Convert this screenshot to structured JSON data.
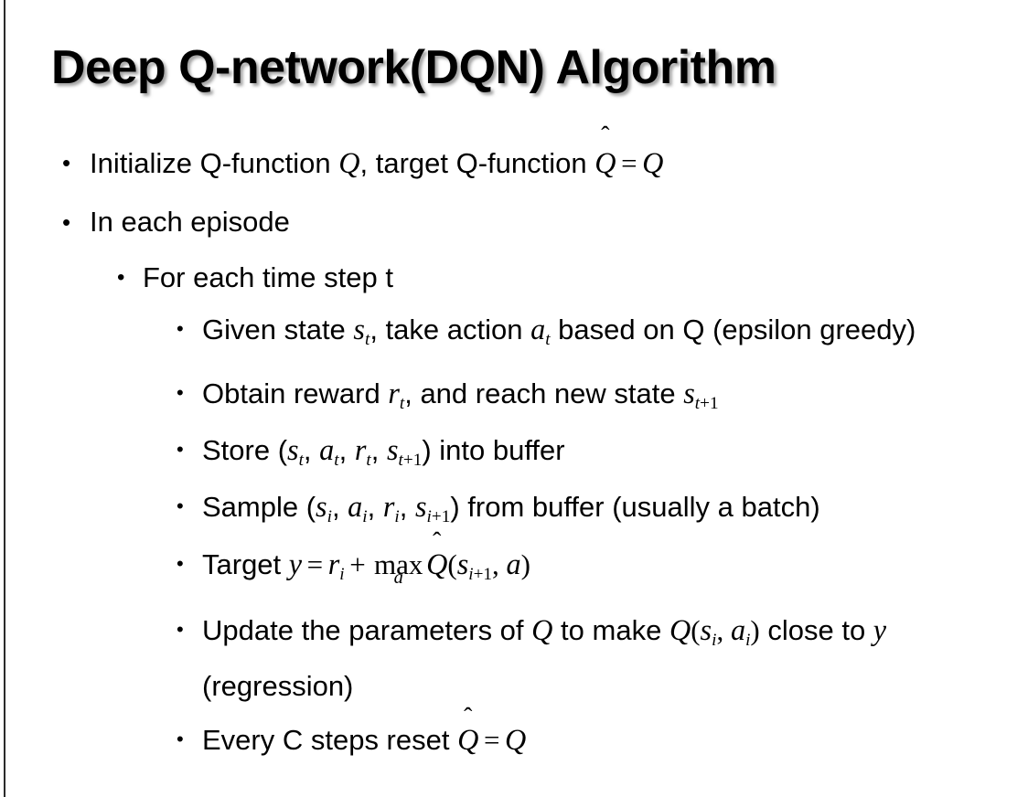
{
  "slide": {
    "title": "Deep Q-network(DQN) Algorithm",
    "background_color": "#ffffff",
    "text_color": "#000000",
    "edge_rule_color": "#2b2b2b"
  },
  "bullets": {
    "l1_initialize": {
      "prefix": "Initialize Q-function ",
      "var_q": "Q",
      "middle": ", target Q-function ",
      "qhat": "Q",
      "hat": "̂",
      "equals": "=",
      "var_q2": "Q"
    },
    "l1_episode": {
      "text": "In each episode"
    },
    "l2_timestep": {
      "text": "For each time step t"
    },
    "l3_given": {
      "p1": "Given state ",
      "s": "s",
      "s_sub": "t",
      "p2": ", take action ",
      "a": "a",
      "a_sub": "t",
      "p3": " based on Q (epsilon greedy)"
    },
    "l3_obtain": {
      "p1": "Obtain reward ",
      "r": "r",
      "r_sub": "t",
      "p2": ", and reach new state ",
      "s": "s",
      "s_sub_var": "t",
      "s_sub_plus": "+1"
    },
    "l3_store": {
      "p1": "Store (",
      "s1": "s",
      "s1_sub": "t",
      "c1": ", ",
      "a1": "a",
      "a1_sub": "t",
      "c2": ", ",
      "r1": "r",
      "r1_sub": "t",
      "c3": ", ",
      "s2": "s",
      "s2_sub_var": "t",
      "s2_sub_plus": "+1",
      "p2": ") into buffer"
    },
    "l3_sample": {
      "p1": "Sample (",
      "s1": "s",
      "s1_sub": "i",
      "c1": ", ",
      "a1": "a",
      "a1_sub": "i",
      "c2": ", ",
      "r1": "r",
      "r1_sub": "i",
      "c3": ", ",
      "s2": "s",
      "s2_sub_var": "i",
      "s2_sub_plus": "+1",
      "p2": ") from buffer (usually a batch)"
    },
    "l3_target": {
      "p1": "Target ",
      "y": "y",
      "eq": "=",
      "r": "r",
      "r_sub": "i",
      "plus": "+",
      "max_op": "max",
      "max_limit": "a",
      "qhat": "Q",
      "hat": "̂",
      "open": "(",
      "s": "s",
      "s_sub_var": "i",
      "s_sub_plus": "+1",
      "comma": ", ",
      "a": "a",
      "close": ")"
    },
    "l3_update": {
      "p1": "Update the parameters of ",
      "q1": "Q",
      "p2": " to make ",
      "q2": "Q",
      "open": "(",
      "s": "s",
      "s_sub": "i",
      "comma": ", ",
      "a": "a",
      "a_sub": "i",
      "close": ")",
      "p3": " close to ",
      "y": "y",
      "p4": " (regression)"
    },
    "l3_reset": {
      "p1": "Every C steps reset ",
      "qhat": "Q",
      "hat": "̂",
      "eq": "=",
      "q": "Q"
    }
  },
  "markers": {
    "level1": "•",
    "level2": "•",
    "level3": "•"
  }
}
